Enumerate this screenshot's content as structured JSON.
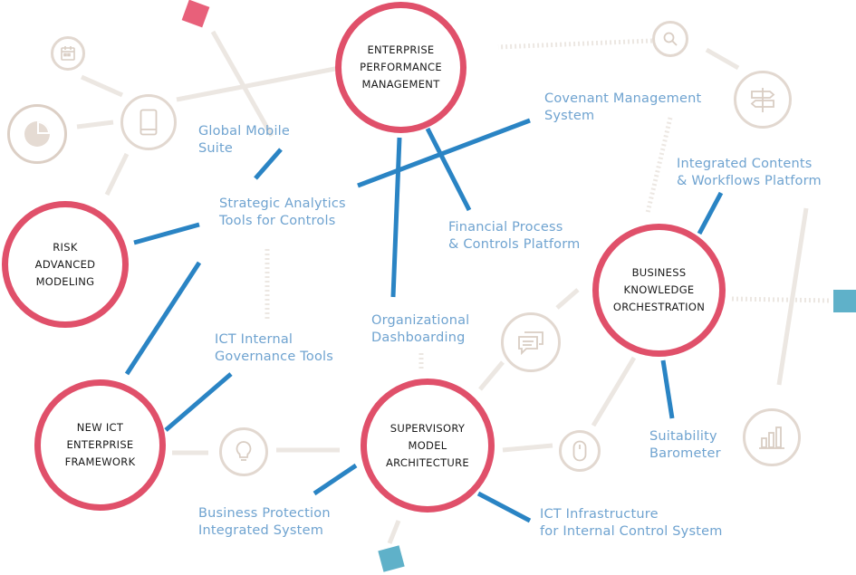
{
  "hubs": {
    "epm": "ENTERPRISE\nPERFORMANCE\nMANAGEMENT",
    "risk": "RISK\nADVANCED\nMODELING",
    "bko": "BUSINESS\nKNOWLEDGE\nORCHESTRATION",
    "ict_framework": "NEW ICT\nENTERPRISE\nFRAMEWORK",
    "sma": "SUPERVISORY\nMODEL\nARCHITECTURE"
  },
  "topics": {
    "covenant": "Covenant Management\nSystem",
    "global_mobile": "Global Mobile\nSuite",
    "integrated_contents": "Integrated Contents\n& Workflows Platform",
    "strategic": "Strategic Analytics\nTools for Controls",
    "financial": "Financial Process\n& Controls Platform",
    "org_dash": "Organizational\nDashboarding",
    "ict_internal": "ICT Internal\nGovernance Tools",
    "suitability": "Suitability\nBarometer",
    "business_protection": "Business Protection\nIntegrated System",
    "ict_infra": "ICT Infrastructure\nfor Internal Control System"
  },
  "colors": {
    "hub_ring": "#e0506a",
    "connector": "#2a84c4",
    "label": "#6fa3d0",
    "faint_line": "#ece7e2",
    "icon_ring": "#e2d8d0",
    "accent_pink": "#e8607a",
    "accent_blue": "#5fb1c9"
  },
  "icons": [
    "calendar-icon",
    "pie-chart-icon",
    "tablet-icon",
    "search-icon",
    "signpost-icon",
    "chat-bubbles-icon",
    "lightbulb-icon",
    "mouse-icon",
    "bar-chart-icon"
  ]
}
